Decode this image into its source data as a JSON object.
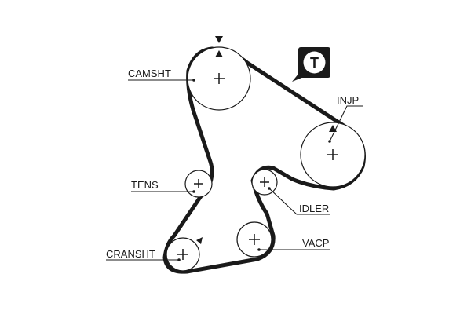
{
  "diagram": {
    "labels": {
      "camshaft": "CAMSHT",
      "injection_pump": "INJP",
      "tensioner": "TENS",
      "idler": "IDLER",
      "vacuum_pump": "VACP",
      "crankshaft": "CRANSHT"
    },
    "tension_badge": "T",
    "colors": {
      "line": "#1a1a1a",
      "background": "#ffffff"
    }
  }
}
